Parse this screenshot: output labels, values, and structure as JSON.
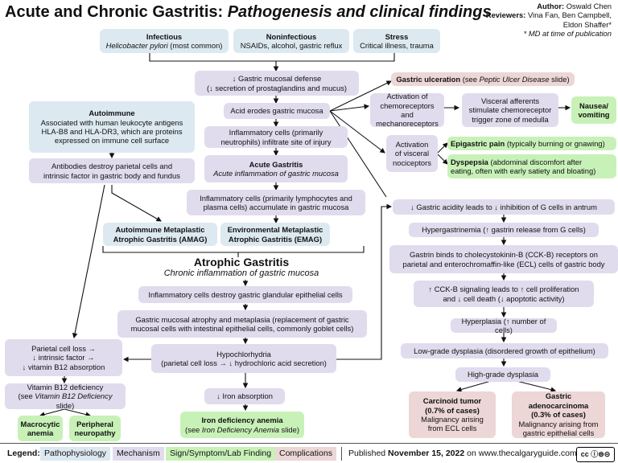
{
  "header": {
    "title_main": "Acute and Chronic Gastritis:",
    "title_italic": "Pathogenesis and clinical findings",
    "author_label": "Author:",
    "author_name": "Oswald Chen",
    "reviewers_label": "Reviewers:",
    "reviewers_line1": "Vina Fan, Ben Campbell,",
    "reviewers_line2": "Eldon Shaffer*",
    "reviewers_note": "* MD at time of publication"
  },
  "causes": {
    "infectious_title": "Infectious",
    "infectious_italic": "Helicobacter pylori",
    "infectious_rest": "(most common)",
    "noninfectious_title": "Noninfectious",
    "noninfectious_text": "NSAIDs, alcohol, gastric reflux",
    "stress_title": "Stress",
    "stress_text": "Critical illness, trauma"
  },
  "acute": {
    "mucosal_defense_1": "↓ Gastric mucosal defense",
    "mucosal_defense_2": "(↓ secretion of prostaglandins and mucus)",
    "acid_erodes": "Acid erodes gastric mucosa",
    "inflam_cells_1": "Inflammatory cells (primarily",
    "inflam_cells_2": "neutrophils) infiltrate site of injury",
    "acute_title": "Acute Gastritis",
    "acute_sub": "Acute inflammation of gastric mucosa"
  },
  "complications_top": {
    "ulceration_bold": "Gastric ulceration",
    "ulceration_rest_1": "(see ",
    "ulceration_italic": "Peptic Ulcer Disease",
    "ulceration_rest_2": " slide)",
    "chemo_1": "Activation of",
    "chemo_2": "chemoreceptors and",
    "chemo_3": "mechanoreceptors",
    "visceral_aff_1": "Visceral afferents",
    "visceral_aff_2": "stimulate chemoreceptor",
    "visceral_aff_3": "trigger zone of medulla",
    "nausea_1": "Nausea/",
    "nausea_2": "vomiting",
    "visc_noci_1": "Activation",
    "visc_noci_2": "of visceral",
    "visc_noci_3": "nociceptors",
    "epigastric_bold": "Epigastric pain",
    "epigastric_rest": " (typically burning or gnawing)",
    "dyspepsia_bold": "Dyspepsia",
    "dyspepsia_rest_1": " (abdominal discomfort after",
    "dyspepsia_rest_2": "eating, often with early satiety and bloating)"
  },
  "autoimmune": {
    "title": "Autoimmune",
    "text_1": "Associated with human leukocyte antigens",
    "text_2": "HLA-B8 and HLA-DR3, which are proteins",
    "text_3": "expressed on immune cell surface",
    "antibodies_1": "Antibodies destroy parietal cells and",
    "antibodies_2": "intrinsic factor in gastric body and fundus"
  },
  "chronic": {
    "inflam_1": "Inflammatory cells (primarily lymphocytes and",
    "inflam_2": "plasma cells) accumulate in gastric mucosa",
    "amag_1": "Autoimmune Metaplastic",
    "amag_2": "Atrophic Gastritis (AMAG)",
    "emag_1": "Environmental Metaplastic",
    "emag_2": "Atrophic Gastritis (EMAG)",
    "atrophic_title": "Atrophic Gastritis",
    "atrophic_sub": "Chronic inflammation of gastric mucosa",
    "destroy": "Inflammatory cells destroy gastric glandular epithelial cells",
    "atrophy_1": "Gastric mucosal atrophy and metaplasia (replacement of gastric",
    "atrophy_2": "mucosal cells with intestinal epithelial cells, commonly goblet cells)",
    "hypo_1": "Hypochlorhydria",
    "hypo_2": "(parietal cell loss → ↓ hydrochloric acid secretion)",
    "iron_abs": "↓ Iron absorption",
    "iron_def_bold": "Iron deficiency anemia",
    "iron_def_1": "(see ",
    "iron_def_italic": "Iron Deficiency Anemia",
    "iron_def_2": " slide)"
  },
  "b12": {
    "parietal_1": "Parietal cell loss →",
    "parietal_2": "↓ intrinsic factor →",
    "parietal_3": "↓ vitamin B12 absorption",
    "def_1": "Vitamin B12 deficiency",
    "def_2a": "(see ",
    "def_italic": "Vitamin B12 Deficiency",
    "def_2b": " slide)",
    "macro_1": "Macrocytic",
    "macro_2": "anemia",
    "periph_1": "Peripheral",
    "periph_2": "neuropathy"
  },
  "neoplasia": {
    "acidity": "↓ Gastric acidity leads to ↓ inhibition of G cells in antrum",
    "hypergastrin": "Hypergastrinemia (↑ gastrin release from G cells)",
    "cck_1": "Gastrin binds to cholecystokinin-B (CCK-B) receptors on",
    "cck_2": "parietal and enterochromaffin-like (ECL) cells of gastric body",
    "signaling_1": "↑ CCK-B signaling leads to ↑ cell proliferation",
    "signaling_2": "and ↓ cell death (↓ apoptotic activity)",
    "hyperplasia": "Hyperplasia (↑ number of cells)",
    "low_dysplasia": "Low-grade dysplasia (disordered growth of epithelium)",
    "high_dysplasia": "High-grade dysplasia",
    "carcinoid_1": "Carcinoid tumor",
    "carcinoid_2": "(0.7% of cases)",
    "carcinoid_3": "Malignancy arising",
    "carcinoid_4": "from ECL cells",
    "adeno_1": "Gastric adenocarcinoma",
    "adeno_2": "(0.3% of cases)",
    "adeno_3": "Malignancy arising from",
    "adeno_4": "gastric epithelial cells"
  },
  "footer": {
    "legend_label": "Legend:",
    "pathophysiology": "Pathophysiology",
    "mechanism": "Mechanism",
    "sign": "Sign/Symptom/Lab Finding",
    "complications": "Complications",
    "published_1": "Published ",
    "published_date": "November 15, 2022",
    "published_2": " on www.thecalgaryguide.com",
    "license_icon": "cc-by-nc-nd-icon"
  },
  "colors": {
    "pathophysiology": "#dde9f1",
    "mechanism": "#e0dced",
    "sign": "#c8f1b8",
    "complications": "#ecd6d6"
  }
}
